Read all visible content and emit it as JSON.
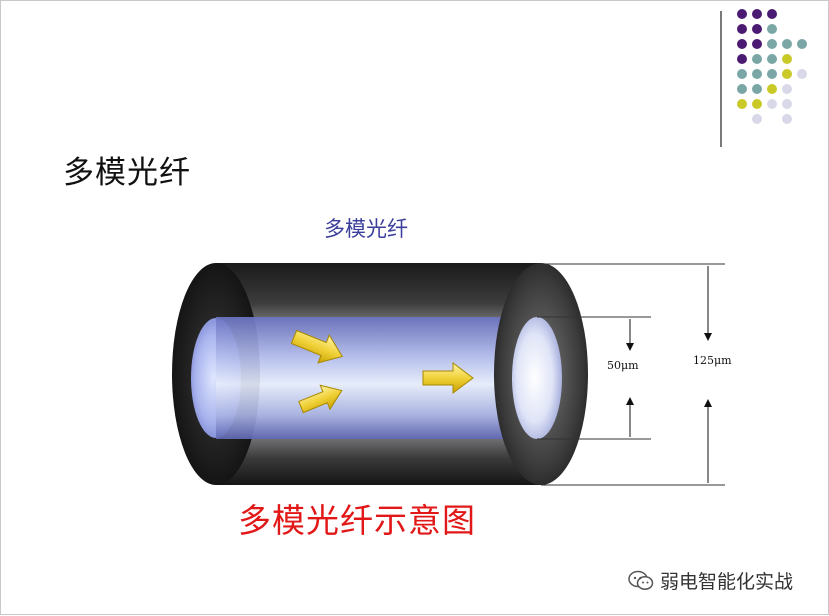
{
  "slide": {
    "title": "多模光纤"
  },
  "diagram": {
    "label": "多模光纤",
    "inner_dimension": "50μm",
    "outer_dimension": "125μm",
    "caption": "多模光纤示意图"
  },
  "watermark": {
    "text": "弱电智能化实战",
    "icon": "wechat-icon"
  },
  "colors": {
    "dot_purple": "#4b1a73",
    "dot_teal": "#7aa6a6",
    "dot_yellow": "#c9c927",
    "dot_lavender": "#d8d8e8",
    "caption_red": "#e21818",
    "label_blue": "#3b3f9a",
    "arrow_yellow": "#f1d23a"
  },
  "decor": {
    "dot_grid_rows": [
      [
        "purple",
        "purple",
        "purple",
        "none"
      ],
      [
        "purple",
        "purple",
        "teal",
        "none"
      ],
      [
        "purple",
        "purple",
        "teal",
        "teal",
        "teal"
      ],
      [
        "purple",
        "teal",
        "teal",
        "yellow",
        "none"
      ],
      [
        "teal",
        "teal",
        "teal",
        "yellow",
        "lavender"
      ],
      [
        "teal",
        "teal",
        "yellow",
        "lavender",
        "none"
      ],
      [
        "yellow",
        "yellow",
        "lavender",
        "lavender",
        "none"
      ],
      [
        "none",
        "lavender",
        "none",
        "lavender",
        "none"
      ]
    ]
  }
}
